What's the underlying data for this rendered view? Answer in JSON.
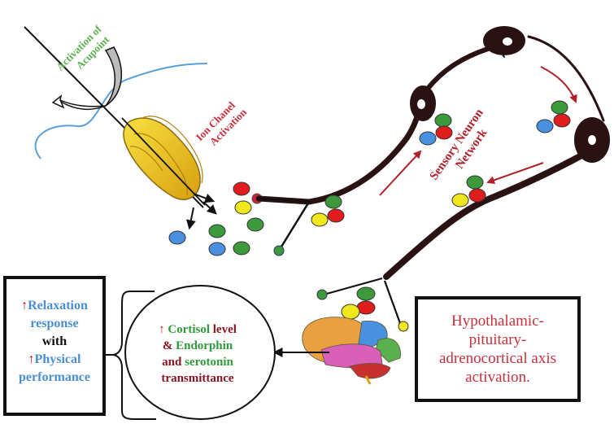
{
  "labels": {
    "acupoint": [
      "Activation of",
      "Acupoint"
    ],
    "ion_channel": [
      "Ion Chanel",
      "Activation"
    ],
    "sensory": [
      "Sensory Neuron",
      "Network"
    ]
  },
  "hpa_box": {
    "lines": [
      "Hypothalamic-",
      "pituitary-",
      "adrenocortical axis",
      "activation."
    ]
  },
  "outcome_box": {
    "arrow": "↑",
    "relaxation": "Relaxation",
    "response": "response",
    "with": "with",
    "physical": "Physical",
    "performance": "performance"
  },
  "hormone_oval": {
    "arrow": "↑",
    "cortisol": "Cortisol",
    "level": "level",
    "amp": "&",
    "endorphin": "Endorphin",
    "and": "and",
    "serotonin": "serotonin",
    "transmittance": "transmittance"
  },
  "colors": {
    "neuron": "#2a1212",
    "label_red": "#c8303c",
    "label_green": "#5ab04f",
    "blue_text": "#4a8fd0",
    "dot_red": "#e01c1c",
    "dot_green": "#3c9a3c",
    "dot_yellow": "#f0e81c",
    "dot_blue": "#4a90e0",
    "skin_line": "#5aa0d8"
  }
}
